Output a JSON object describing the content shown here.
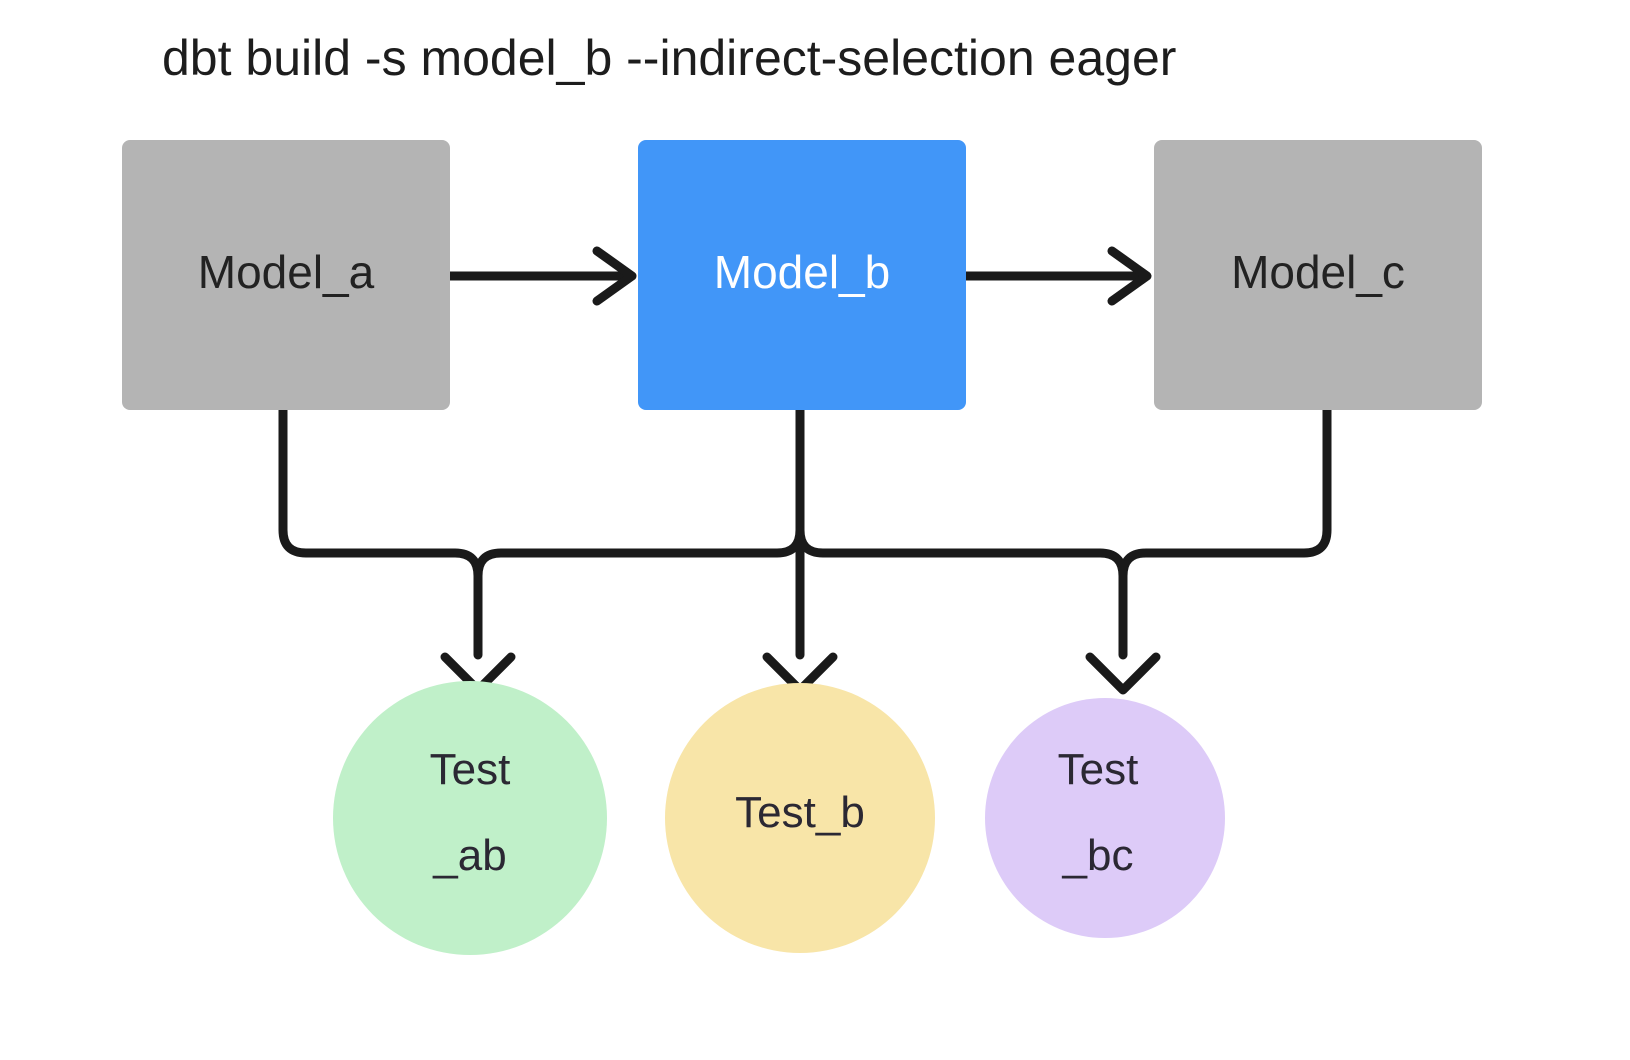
{
  "title": "dbt build -s model_b --indirect-selection eager",
  "colors": {
    "background": "#ffffff",
    "model_default": "#b4b4b4",
    "model_selected": "#4196f8",
    "test_ab": "#c0f0c9",
    "test_b": "#f8e5a8",
    "test_bc": "#ddcbf8",
    "edge": "#1a1a1a",
    "label_dark": "#222222",
    "label_light": "#ffffff"
  },
  "models": [
    {
      "id": "model_a",
      "label": "Model_a",
      "state": "unselected"
    },
    {
      "id": "model_b",
      "label": "Model_b",
      "state": "selected"
    },
    {
      "id": "model_c",
      "label": "Model_c",
      "state": "unselected"
    }
  ],
  "tests": [
    {
      "id": "test_ab",
      "line1": "Test",
      "line2": "_ab",
      "label": "Test_ab"
    },
    {
      "id": "test_b",
      "line1": "Test_b",
      "line2": "",
      "label": "Test_b"
    },
    {
      "id": "test_bc",
      "line1": "Test",
      "line2": "_bc",
      "label": "Test_bc"
    }
  ],
  "chart_data": {
    "type": "diagram",
    "title": "dbt build -s model_b --indirect-selection eager",
    "nodes": [
      {
        "id": "model_a",
        "label": "Model_a",
        "shape": "rect",
        "fill": "#b4b4b4"
      },
      {
        "id": "model_b",
        "label": "Model_b",
        "shape": "rect",
        "fill": "#4196f8"
      },
      {
        "id": "model_c",
        "label": "Model_c",
        "shape": "rect",
        "fill": "#b4b4b4"
      },
      {
        "id": "test_ab",
        "label": "Test_ab",
        "shape": "circle",
        "fill": "#c0f0c9"
      },
      {
        "id": "test_b",
        "label": "Test_b",
        "shape": "circle",
        "fill": "#f8e5a8"
      },
      {
        "id": "test_bc",
        "label": "Test_bc",
        "shape": "circle",
        "fill": "#ddcbf8"
      }
    ],
    "edges": [
      {
        "from": "model_a",
        "to": "model_b"
      },
      {
        "from": "model_b",
        "to": "model_c"
      },
      {
        "from": "model_a",
        "to": "test_ab"
      },
      {
        "from": "model_b",
        "to": "test_ab"
      },
      {
        "from": "model_b",
        "to": "test_b"
      },
      {
        "from": "model_b",
        "to": "test_bc"
      },
      {
        "from": "model_c",
        "to": "test_bc"
      }
    ]
  }
}
